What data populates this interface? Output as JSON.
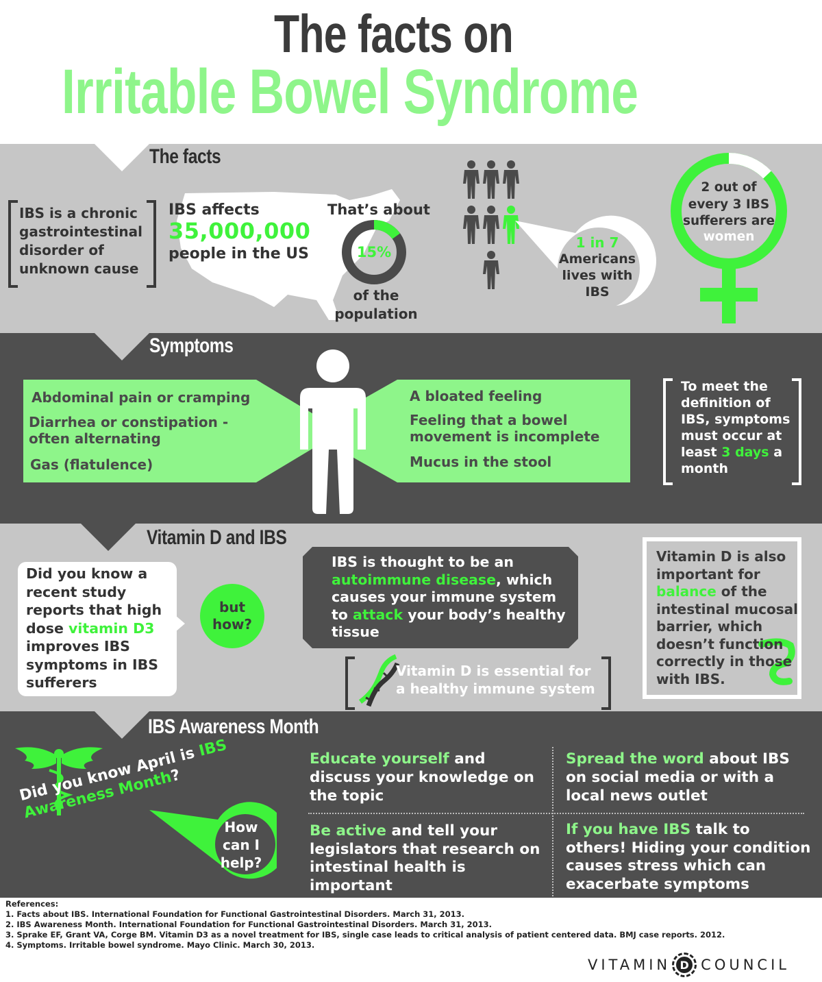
{
  "title": {
    "line1": "The facts on",
    "line2": "Irritable Bowel Syndrome"
  },
  "facts": {
    "heading": "The facts",
    "chronic": "IBS is a chronic gastrointestinal disorder of unknown cause",
    "affects_pre": "IBS affects",
    "affects_num": "35,000,000",
    "affects_post": "people in the US",
    "about": "That’s about",
    "percent": "15%",
    "percent_value": 15,
    "of_pop": "of the population",
    "one_in_seven_a": "1 in 7",
    "one_in_seven_b": "Americans lives with IBS",
    "women_a": "2 out of every 3 IBS sufferers are",
    "women_b": "women"
  },
  "symptoms": {
    "heading": "Symptoms",
    "left": [
      "Abdominal pain or cramping",
      "Diarrhea or constipation - often alternating",
      "Gas (flatulence)"
    ],
    "right": [
      "A bloated feeling",
      "Feeling that a bowel movement is incomplete",
      "Mucus in the stool"
    ],
    "definition_a": "To meet the definition of IBS, symptoms must occur at least",
    "definition_hl": "3 days",
    "definition_b": "a month"
  },
  "vitd": {
    "heading": "Vitamin D and IBS",
    "study_a": "Did you know a recent study reports that high dose",
    "study_hl": "vitamin D3",
    "study_b": "improves",
    "study_c": "IBS symptoms",
    "study_d": "in IBS sufferers",
    "but_how": "but how?",
    "auto_a": "IBS is thought to be an",
    "auto_hl1": "autoimmune disease",
    "auto_b": ", which causes your immune system to",
    "auto_hl2": "attack",
    "auto_c": "your body’s healthy tissue",
    "immune": "Vitamin D is essential for a healthy immune system",
    "balance_a": "Vitamin D is also important for",
    "balance_hl": "balance",
    "balance_b": "of the intestinal mucosal barrier, which doesn’t function correctly in those with IBS."
  },
  "awareness": {
    "heading": "IBS Awareness Month",
    "april_a": "Did you know April is",
    "april_hl1": "IBS",
    "april_hl2": "Awareness Month",
    "april_q": "?",
    "help": "How can I help?",
    "tips": [
      {
        "hl": "Educate yourself",
        "text": "and discuss your knowledge on the topic"
      },
      {
        "hl": "Spread the word",
        "text": "about IBS on social media or with a local news outlet"
      },
      {
        "hl": "Be active",
        "text": "and tell your legislators that research on intestinal health is important"
      },
      {
        "hl": "If you have IBS",
        "text": "talk to others! Hiding your condition causes stress which can exacerbate symptoms"
      }
    ]
  },
  "references": {
    "heading": "References:",
    "items": [
      "1. Facts about IBS. International Foundation for Functional Gastrointestinal Disorders. March 31, 2013.",
      "2. IBS Awareness Month. International Foundation for Functional Gastrointestinal Disorders. March 31, 2013.",
      "3. Sprake EF, Grant VA, Corge BM. Vitamin D3 as a novel treatment for IBS, single case leads to critical analysis of patient centered data. BMJ case reports. 2012.",
      "4. Symptoms. Irritable bowel syndrome. Mayo Clinic. March 30, 2013."
    ]
  },
  "logo": {
    "left": "VITAMIN",
    "mid": "D",
    "right": "COUNCIL"
  },
  "colors": {
    "green": "#8ef58a",
    "bright": "#3ff23b",
    "dark": "#4f4f4f",
    "light": "#c6c6c6"
  }
}
